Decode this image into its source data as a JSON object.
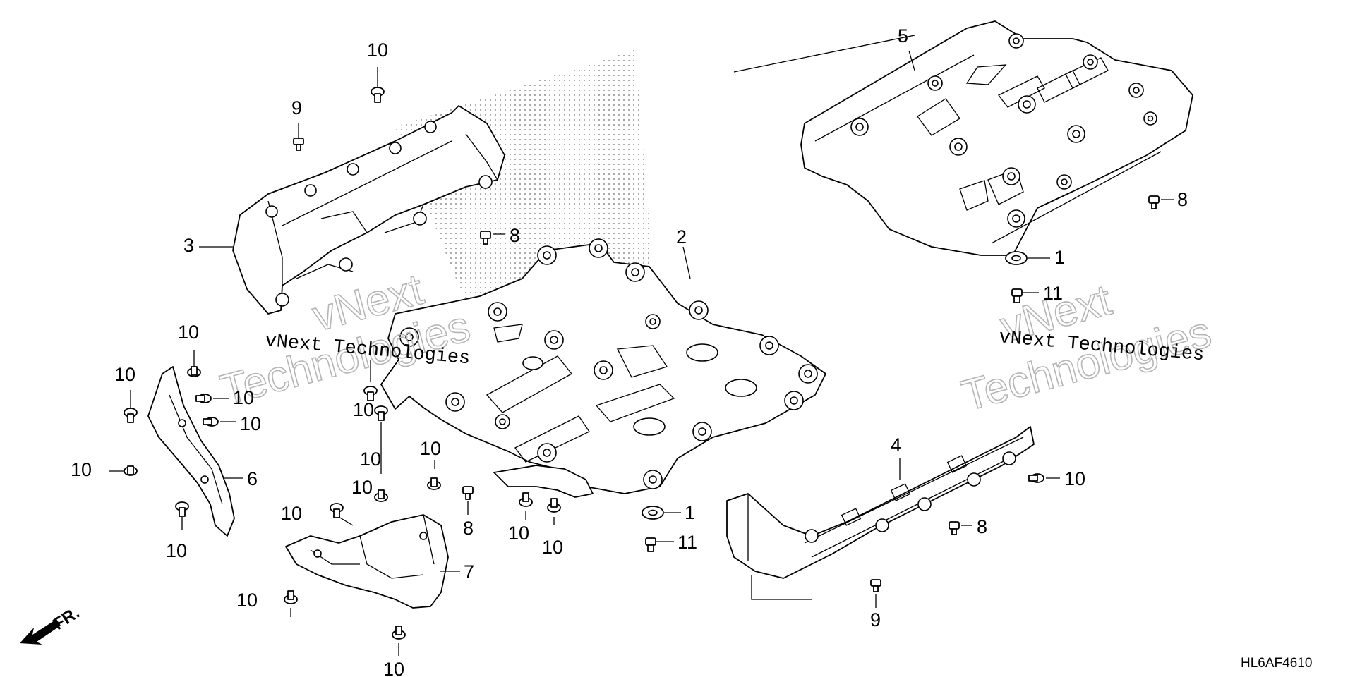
{
  "diagram_code": "HL6AF4610",
  "direction_label": "FR.",
  "watermark": {
    "line1": "vNext",
    "line2": "Technologies",
    "caption": "vNext Technologies"
  },
  "callouts": {
    "p1_right": "1",
    "p1_center": "1",
    "p2": "2",
    "p3": "3",
    "p4": "4",
    "p5": "5",
    "p6": "6",
    "p7": "7",
    "p8_left": "8",
    "p8_center": "8",
    "p8_right": "8",
    "p8_lower": "8",
    "p9_top": "9",
    "p9_bottom": "9",
    "p10_top": "10",
    "p10_g1": "10",
    "p10_g2": "10",
    "p10_g3": "10",
    "p10_g4": "10",
    "p10_g5": "10",
    "p10_g6": "10",
    "p10_g7": "10",
    "p10_g8": "10",
    "p10_g9": "10",
    "p10_g10": "10",
    "p10_g11": "10",
    "p10_g12": "10",
    "p10_g13": "10",
    "p10_g14": "10",
    "p10_g15": "10",
    "p10_right": "10",
    "p11_right": "11",
    "p11_center": "11"
  }
}
